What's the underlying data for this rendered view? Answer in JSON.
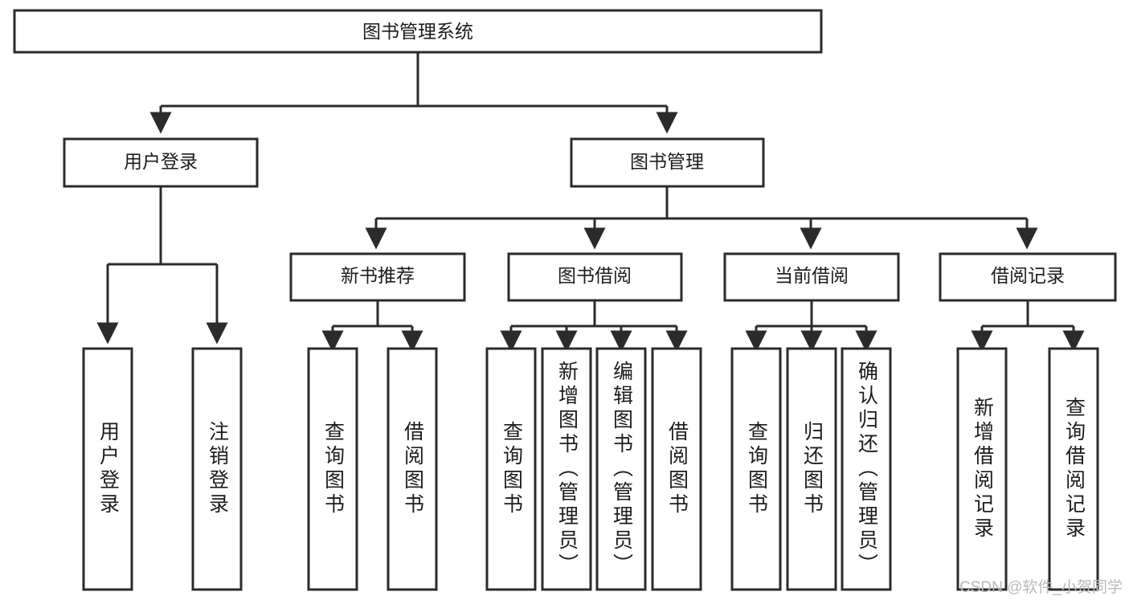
{
  "diagram": {
    "title": "图书管理系统",
    "watermark": "CSDN @软件_小贺同学",
    "type": "tree-hierarchy-diagram",
    "root": {
      "label": "图书管理系统",
      "level": 1
    },
    "level2": [
      {
        "label": "用户登录"
      },
      {
        "label": "图书管理"
      }
    ],
    "level3": [
      {
        "label": "新书推荐"
      },
      {
        "label": "图书借阅"
      },
      {
        "label": "当前借阅"
      },
      {
        "label": "借阅记录"
      }
    ],
    "leaves": {
      "user_login": [
        {
          "label": "用户登录"
        },
        {
          "label": "注销登录"
        }
      ],
      "new_book": [
        {
          "label": "查询图书"
        },
        {
          "label": "借阅图书"
        }
      ],
      "book_borrow": [
        {
          "label": "查询图书"
        },
        {
          "label": "新增图书（管理员）"
        },
        {
          "label": "编辑图书（管理员）"
        },
        {
          "label": "借阅图书"
        }
      ],
      "current_borrow": [
        {
          "label": "查询图书"
        },
        {
          "label": "归还图书"
        },
        {
          "label": "确认归还（管理员）"
        }
      ],
      "borrow_record": [
        {
          "label": "新增借阅记录"
        },
        {
          "label": "查询借阅记录"
        }
      ]
    },
    "colors": {
      "stroke": "#2b2b2b",
      "fill": "#ffffff",
      "text": "#1c1c1c",
      "watermark": "#b9b9b9"
    }
  }
}
